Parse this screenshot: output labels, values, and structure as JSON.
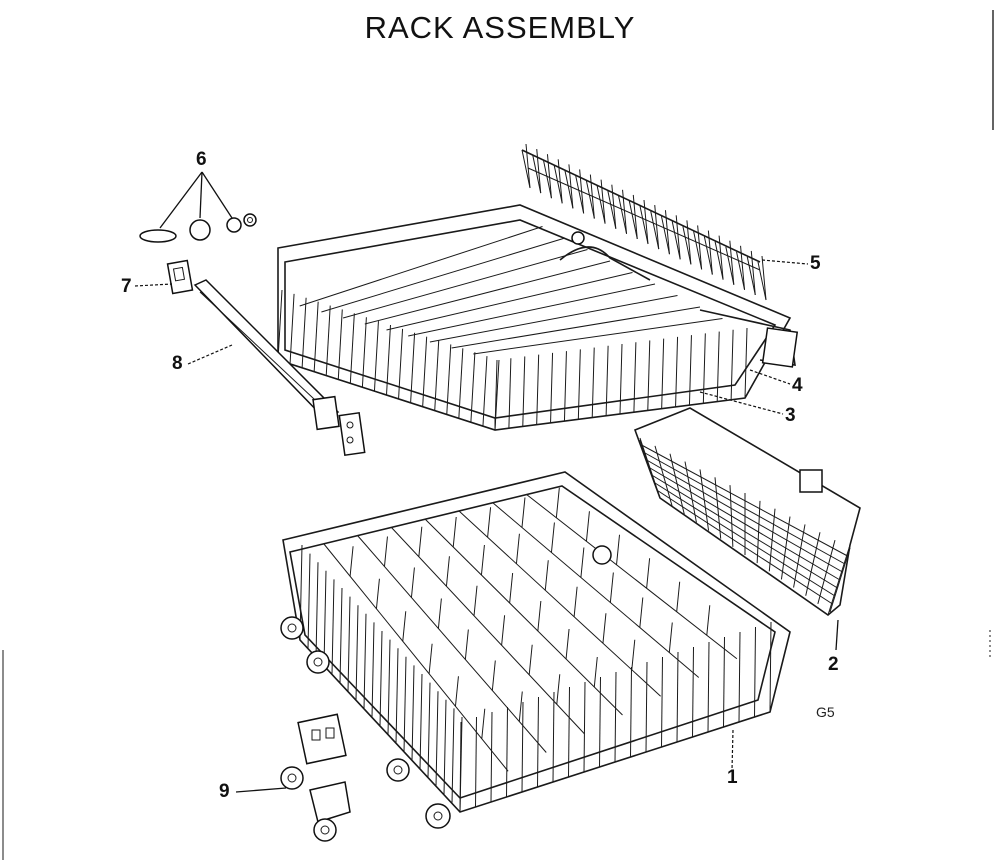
{
  "title": "RACK ASSEMBLY",
  "drawing_code": "G5",
  "callouts": [
    "1",
    "2",
    "3",
    "4",
    "5",
    "6",
    "7",
    "8",
    "9"
  ],
  "parts": [
    {
      "number": "1",
      "icon": "lower-dishrack-icon"
    },
    {
      "number": "2",
      "icon": "silverware-basket-icon"
    },
    {
      "number": "3",
      "icon": "upper-dishrack-icon"
    },
    {
      "number": "4",
      "icon": "rack-frame-icon"
    },
    {
      "number": "5",
      "icon": "cup-shelf-icon"
    },
    {
      "number": "6",
      "icon": "roller-set-icon"
    },
    {
      "number": "7",
      "icon": "track-stop-icon"
    },
    {
      "number": "8",
      "icon": "rack-track-icon"
    },
    {
      "number": "9",
      "icon": "lower-rack-wheel-icon"
    }
  ]
}
